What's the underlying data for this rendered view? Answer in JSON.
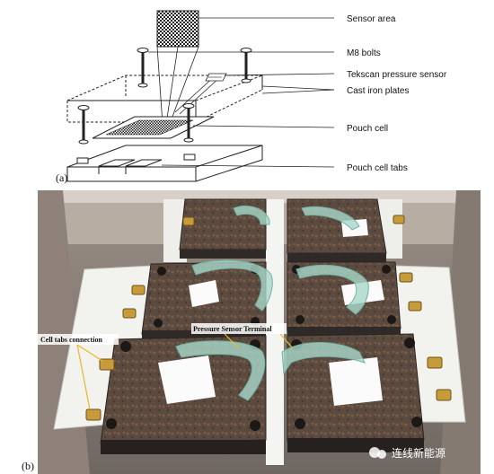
{
  "diagram": {
    "panel_label": "(a)",
    "labels": {
      "sensor_area": "Sensor area",
      "m8_bolts": "M8 bolts",
      "tekscan_sensor": "Tekscan pressure sensor",
      "cast_iron_plates": "Cast iron plates",
      "pouch_cell": "Pouch cell",
      "pouch_cell_tabs": "Pouch cell tabs"
    }
  },
  "photo": {
    "panel_label": "(b)",
    "labels": {
      "cell_tabs_connection": "Cell tabs connection",
      "pressure_sensor_terminal": "Pressure Sensor Terminal"
    },
    "watermark": "连线新能源"
  }
}
